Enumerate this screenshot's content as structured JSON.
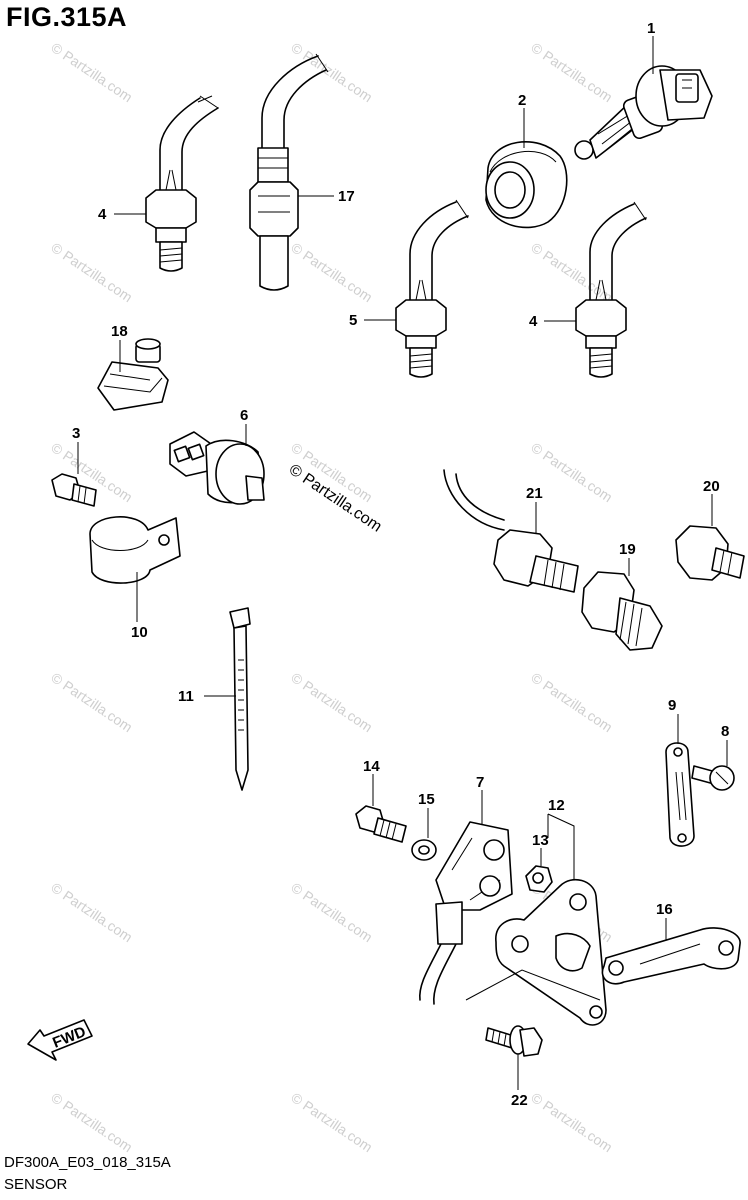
{
  "figure": {
    "title": "FIG.315A",
    "code": "DF300A_E03_018_315A",
    "name": "SENSOR"
  },
  "watermark": {
    "text": "© Partzilla.com",
    "main_text": "© Partzilla.com"
  },
  "fwd_label": "FWD",
  "callouts": [
    "1",
    "2",
    "3",
    "4",
    "4",
    "5",
    "6",
    "7",
    "8",
    "9",
    "10",
    "11",
    "12",
    "13",
    "14",
    "15",
    "16",
    "17",
    "18",
    "19",
    "20",
    "21",
    "22"
  ]
}
